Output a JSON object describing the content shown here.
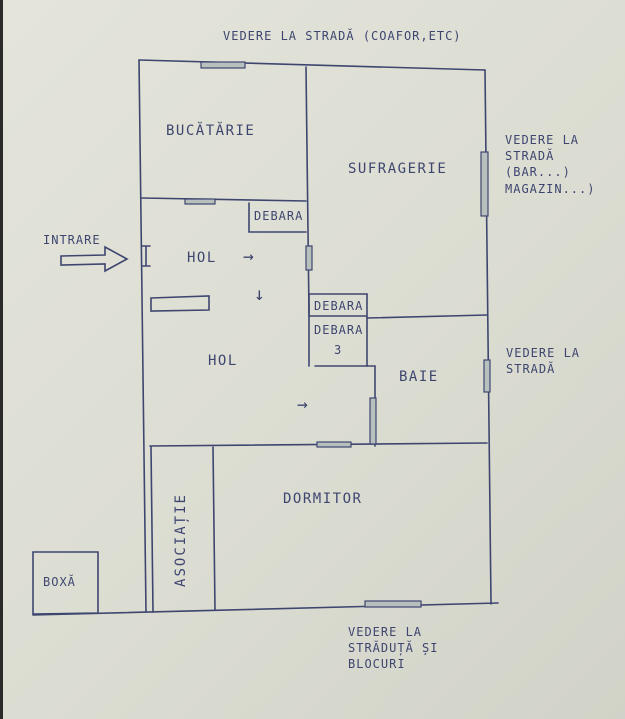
{
  "colors": {
    "paper": "#dcddd2",
    "ink": "#3e4670",
    "window": "#b8c0be"
  },
  "rooms": {
    "kitchen": "BUCĂTĂRIE",
    "living_room": "SUFRAGERIE",
    "storage_1": "DEBARA",
    "hall_upper": "HOL",
    "hall_lower": "HOL",
    "storage_2": "DEBARA",
    "storage_3": "DEBARA",
    "storage_3_number": "3",
    "bathroom": "BAIE",
    "bedroom": "DORMITOR",
    "association": "ASOCIAȚIE",
    "box": "BOXĂ"
  },
  "annotations": {
    "top_view": "VEDERE LA STRADĂ (COAFOR,ETC)",
    "right_view": "VEDERE LA\nSTRADĂ\n(BAR...)\nMAGAZIN...)",
    "right_view_bath": "VEDERE LA\nSTRADĂ",
    "bottom_view": "VEDERE LA\nSTRĂDUȚĂ ȘI\nBLOCURI",
    "entrance": "INTRARE"
  },
  "arrows": {
    "hall_right": "→",
    "hall_down": "↓",
    "hall_lower_right": "→"
  }
}
